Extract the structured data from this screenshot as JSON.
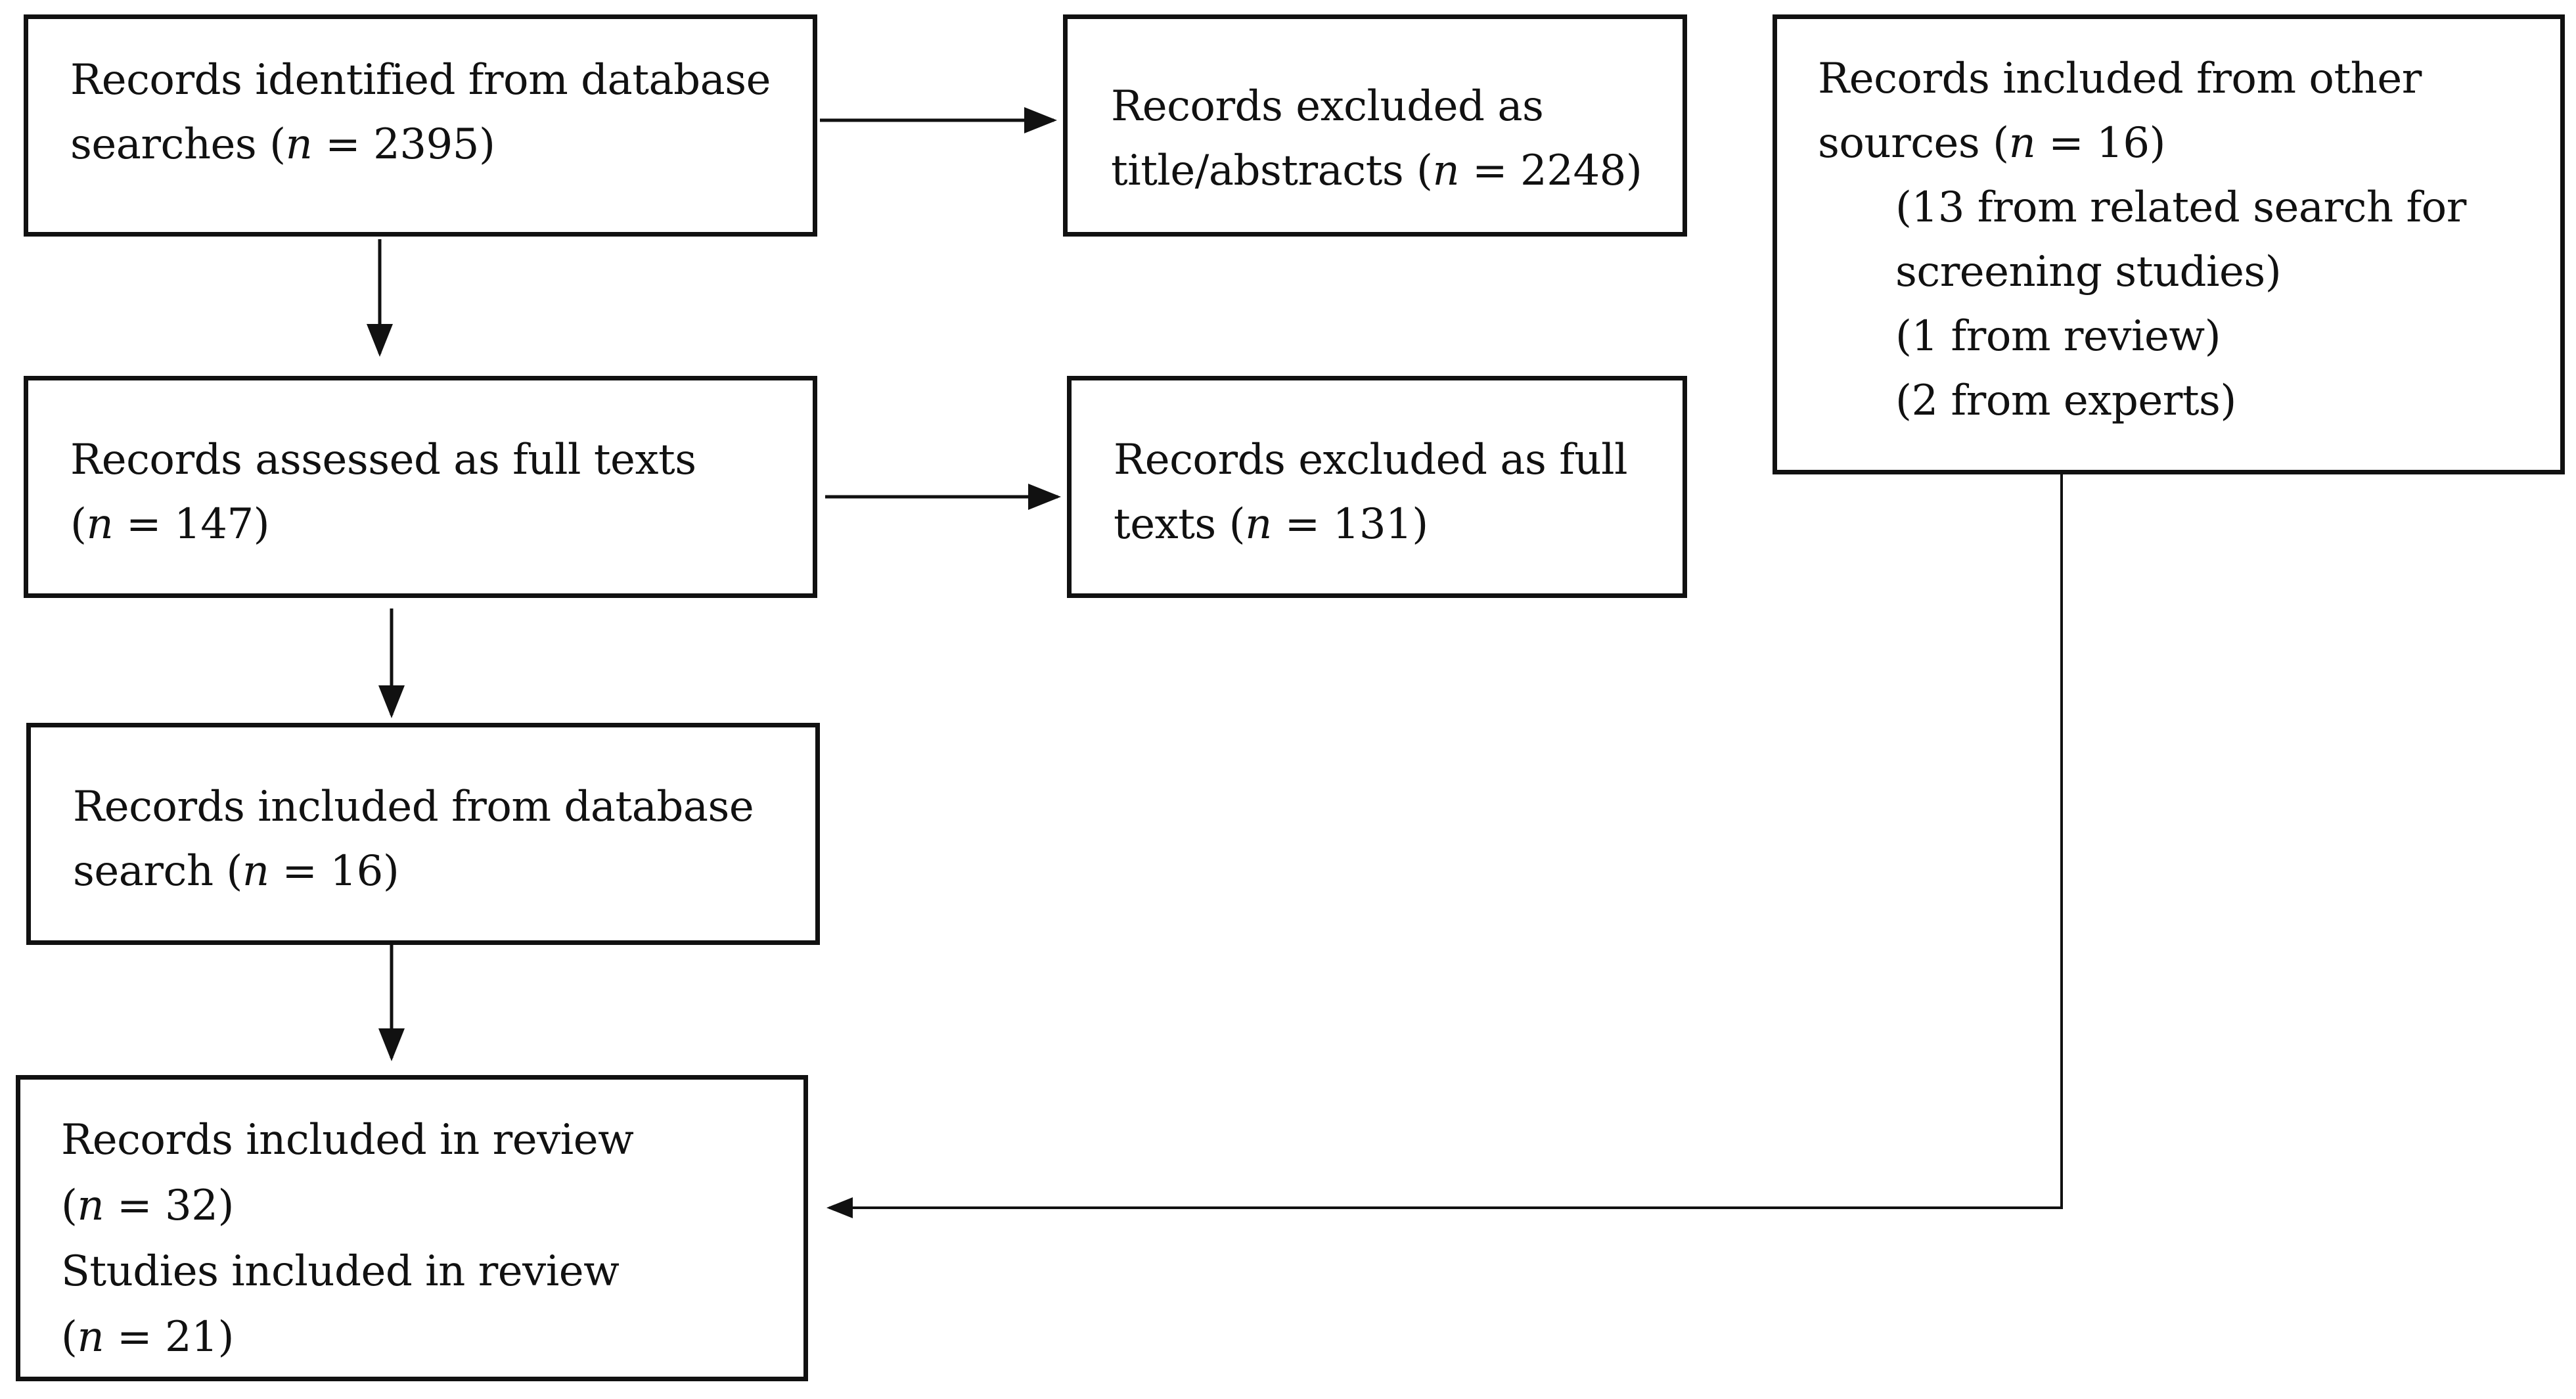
{
  "boxes": {
    "database_search": {
      "line1": "Records identified from database",
      "line2_prefix": "searches (",
      "n_symbol": "n",
      "line2_suffix": " = 2395)"
    },
    "excluded_title_abstracts": {
      "line1": "Records excluded as",
      "line2_prefix": "title/abstracts (",
      "n_symbol": "n",
      "line2_suffix": " = 2248)"
    },
    "other_sources": {
      "line1": "Records included from other",
      "line2_prefix": "sources (",
      "n_symbol": "n",
      "line2_suffix": " = 16)",
      "detail1": "(13 from related search for",
      "detail2": "screening studies)",
      "detail3": "(1 from review)",
      "detail4": "(2 from experts)"
    },
    "assessed_full_texts": {
      "line1": "Records assessed as full texts",
      "line2_prefix": "(",
      "n_symbol": "n",
      "line2_suffix": " = 147)"
    },
    "excluded_full_texts": {
      "line1": "Records excluded as full",
      "line2_prefix": "texts (",
      "n_symbol": "n",
      "line2_suffix": " = 131)"
    },
    "included_database": {
      "line1": "Records included from database",
      "line2_prefix": "search (",
      "n_symbol": "n",
      "line2_suffix": " = 16)"
    },
    "included_review": {
      "line1": "Records included in review",
      "line2_prefix": "(",
      "n_symbol": "n",
      "line2_suffix": " = 32)",
      "line3": "Studies included in review",
      "line4_prefix": "(",
      "line4_suffix": " = 21)"
    }
  },
  "colors": {
    "stroke": "#111111",
    "background": "#ffffff"
  }
}
